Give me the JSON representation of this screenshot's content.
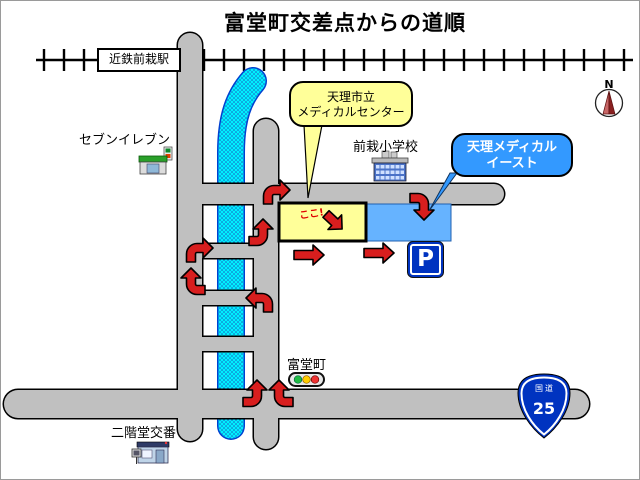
{
  "title": "富堂町交差点からの道順",
  "station_sign": "近鉄前栽駅",
  "labels": {
    "convenience_store": "セブンイレブン",
    "elementary_school": "前栽小学校",
    "intersection": "富堂町",
    "police_box": "二階堂交番"
  },
  "callouts": {
    "medical_center": {
      "line1": "天理市立",
      "line2": "メディカルセンター"
    },
    "medical_east": {
      "line1": "天理メディカル",
      "line2": "イースト"
    }
  },
  "destination_marker": "ここ!",
  "parking_sign": "P",
  "route_shield": {
    "type": "国道",
    "number": "25"
  },
  "compass": {
    "north": "N"
  },
  "colors": {
    "road": "#C0C0C0",
    "river": "#00F0FF",
    "river_border": "#0040D0",
    "route_arrow": "#D81E1E",
    "destination_fill": "#FFFF99",
    "medical_east_callout_fill": "#3399FF",
    "east_building_fill": "#66B3FF",
    "sign_blue": "#0033C0"
  }
}
